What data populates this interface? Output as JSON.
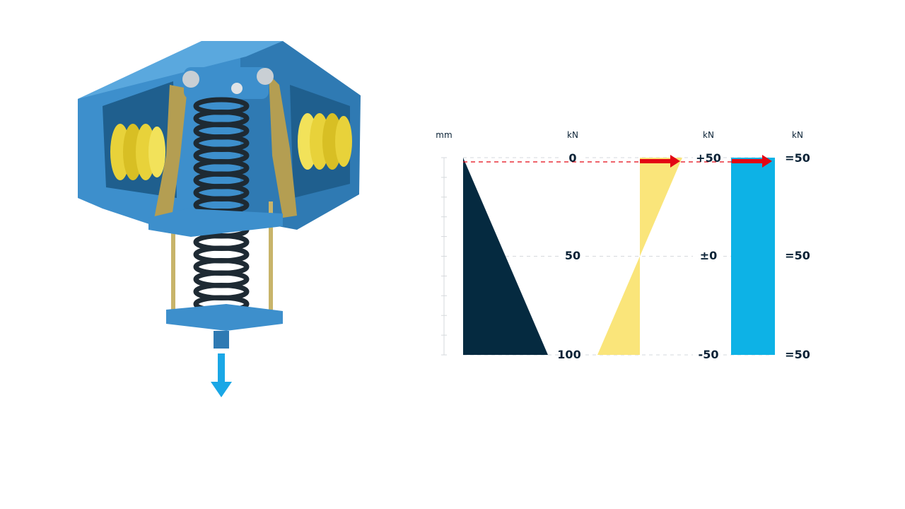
{
  "units": {
    "displacement": "mm",
    "force_main": "kN",
    "force_compensation": "kN",
    "force_total": "kN"
  },
  "displacement_labels": [
    "0",
    "50",
    "100"
  ],
  "compensation_labels": [
    "+50",
    "±0",
    "-50"
  ],
  "total_labels": [
    "=50",
    "=50",
    "=50"
  ],
  "colors": {
    "main_spring": "#052a40",
    "compensation": "#fae57a",
    "total": "#0db2e6",
    "arrow": "#e30613",
    "reference_line": "#e30613",
    "housing": "#3d8fcc",
    "coil": "#1e2a33",
    "side_coil": "#e8d23a",
    "load_arrow": "#1aa7e6"
  },
  "chart_data": {
    "type": "area",
    "x": [
      0,
      50,
      100
    ],
    "series": [
      {
        "values": [
          0,
          50,
          100
        ]
      },
      {
        "values": [
          50,
          0,
          -50
        ]
      },
      {
        "values": [
          50,
          50,
          50
        ]
      }
    ]
  },
  "icons": {
    "load": "arrow-down-icon",
    "force": "arrow-right-icon"
  }
}
